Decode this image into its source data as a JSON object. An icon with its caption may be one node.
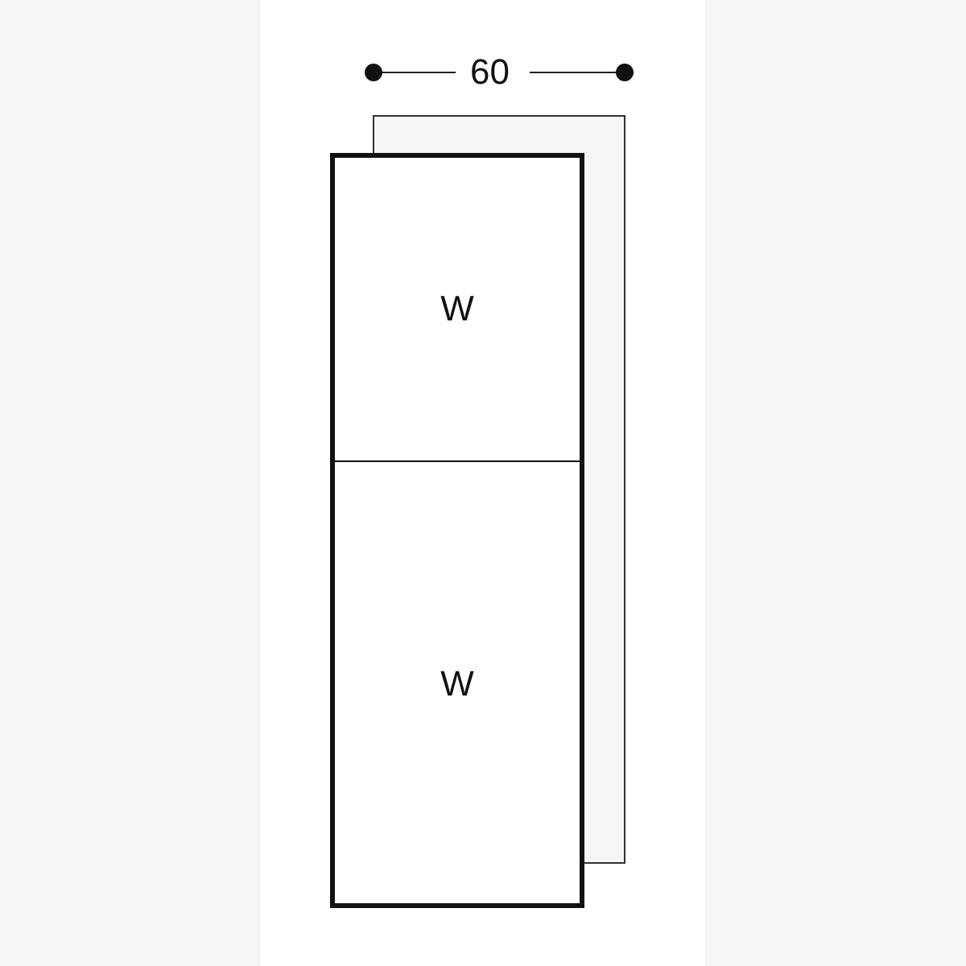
{
  "diagram": {
    "nodes": [
      {
        "text": [
          "W"
        ]
      },
      {
        "text": [
          "W"
        ]
      }
    ],
    "labels": [
      "60"
    ]
  }
}
